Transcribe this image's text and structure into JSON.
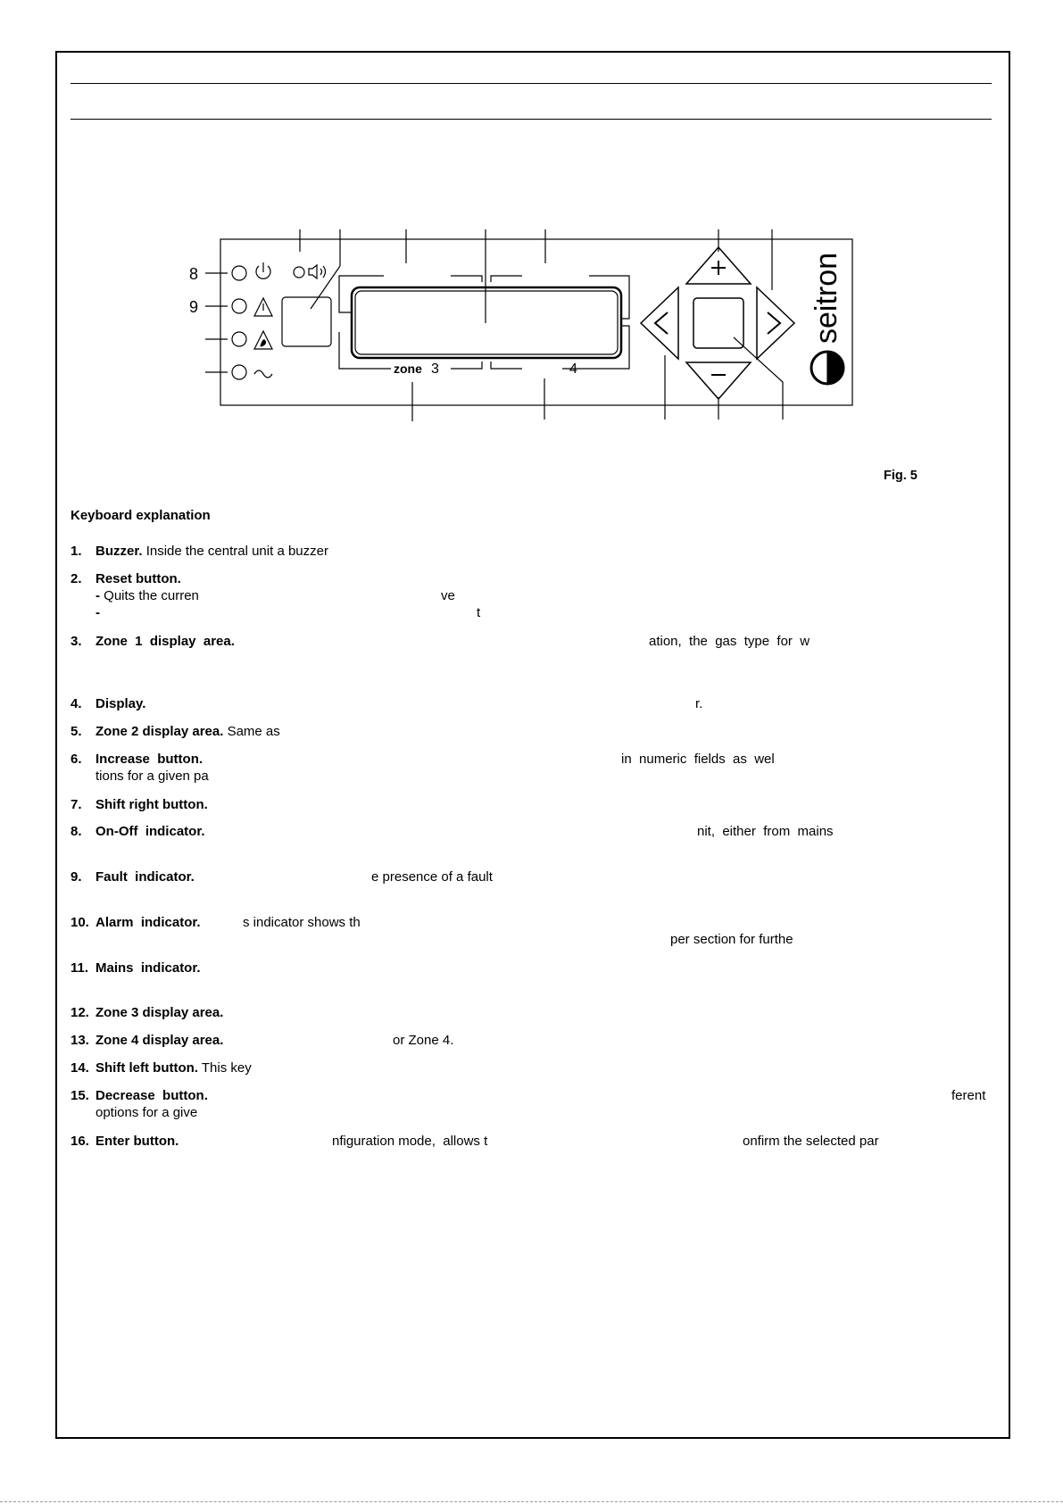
{
  "figure": {
    "caption": "Fig. 5",
    "side_numbers": [
      "8",
      "9"
    ],
    "zone_word": "zone",
    "zone_numbers": [
      "3",
      "4"
    ],
    "brand": "seitron"
  },
  "section_title": "Keyboard explanation",
  "items": [
    {
      "num": "1.",
      "title": "Buzzer.",
      "text": "Inside the central unit a buzzer"
    },
    {
      "num": "2.",
      "title": "Reset button.",
      "text": ""
    },
    {
      "num": "",
      "title": "-",
      "text": "Quits the curren",
      "extra": "ve"
    },
    {
      "num": "",
      "title": "-",
      "text": "",
      "extra": "t"
    },
    {
      "num": "3.",
      "title": "Zone  1  display  area.",
      "text": "",
      "extra": "ation,  the  gas  type  for  w"
    },
    {
      "num": "4.",
      "title": "Display.",
      "text": "",
      "extra": "r."
    },
    {
      "num": "5.",
      "title": "Zone 2 display area.",
      "text": "Same as"
    },
    {
      "num": "6.",
      "title": "Increase  button.",
      "text": "",
      "extra": "in  numeric  fields  as  wel"
    },
    {
      "num": "",
      "title": "",
      "text": "tions for a given pa"
    },
    {
      "num": "7.",
      "title": "Shift right button.",
      "text": ""
    },
    {
      "num": "8.",
      "title": "On-Off  indicator.",
      "text": "",
      "extra": "nit,  either  from  mains"
    },
    {
      "num": "9.",
      "title": "Fault  indicator.",
      "text": "",
      "extra": "e presence of a fault"
    },
    {
      "num": "10.",
      "title": "Alarm  indicator.",
      "text": "",
      "extra": "s indicator shows th"
    },
    {
      "num": "",
      "title": "",
      "text": "",
      "extra": "per section for furthe"
    },
    {
      "num": "11.",
      "title": "Mains  indicator.",
      "text": ""
    },
    {
      "num": "12.",
      "title": "Zone 3 display area.",
      "text": ""
    },
    {
      "num": "13.",
      "title": "Zone 4 display area.",
      "text": "",
      "extra": "or Zone 4."
    },
    {
      "num": "14.",
      "title": "Shift left button.",
      "text": "This key"
    },
    {
      "num": "15.",
      "title": "Decrease  button.",
      "text": "",
      "extra": "ferent"
    },
    {
      "num": "",
      "title": "",
      "text": "options for a give"
    },
    {
      "num": "16.",
      "title": "Enter button.",
      "text": "",
      "extra": "nfiguration mode,  allows t",
      "extra2": "onfirm the selected par"
    }
  ]
}
